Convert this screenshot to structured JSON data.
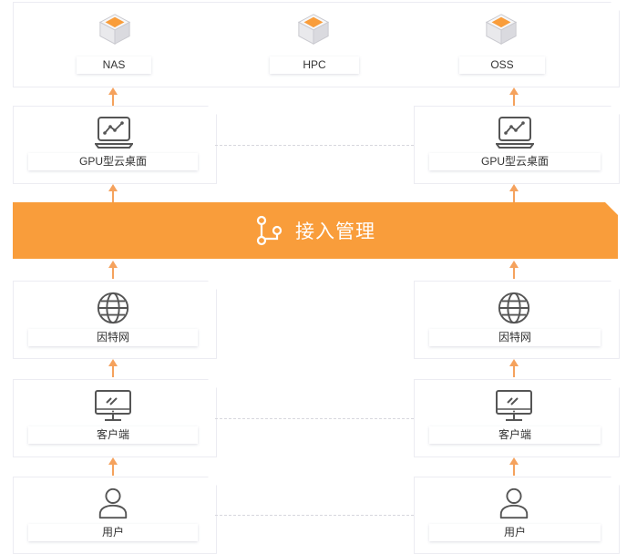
{
  "storage": [
    {
      "label": "NAS",
      "icon": "nas-cube-icon"
    },
    {
      "label": "HPC",
      "icon": "hpc-cube-icon"
    },
    {
      "label": "OSS",
      "icon": "oss-cube-icon"
    }
  ],
  "left_column": {
    "desktop": {
      "label": "GPU型云桌面",
      "icon": "gpu-desktop-icon"
    },
    "network": {
      "label": "因特网",
      "icon": "globe-icon"
    },
    "client": {
      "label": "客户端",
      "icon": "monitor-icon"
    },
    "user": {
      "label": "用户",
      "icon": "user-icon"
    }
  },
  "right_column": {
    "desktop": {
      "label": "GPU型云桌面",
      "icon": "gpu-desktop-icon"
    },
    "network": {
      "label": "因特网",
      "icon": "globe-icon"
    },
    "client": {
      "label": "客户端",
      "icon": "monitor-icon"
    },
    "user": {
      "label": "用户",
      "icon": "user-icon"
    }
  },
  "access_management": {
    "title": "接入管理",
    "icon": "branch-icon"
  },
  "colors": {
    "accent": "#f99d3b",
    "icon_stroke": "#555555",
    "arrow": "#f5a25d"
  }
}
